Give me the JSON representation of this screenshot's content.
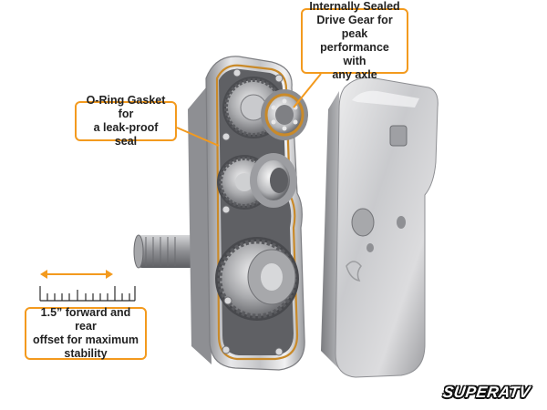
{
  "callouts": {
    "drive_gear": {
      "lines": [
        "Internally Sealed",
        "Drive Gear for peak",
        "performance with",
        "any axle"
      ]
    },
    "oring": {
      "lines": [
        "O-Ring Gasket for",
        "a leak-proof seal"
      ]
    },
    "offset": {
      "lines": [
        "1.5” forward and rear",
        "offset for maximum",
        "stability"
      ]
    }
  },
  "brand": {
    "logo_text": "SUPERATV"
  },
  "colors": {
    "accent_orange": "#f39a1e",
    "metal_light": "#e4e4e6",
    "metal_mid": "#b9babd",
    "metal_dark": "#7d7e82",
    "text_dark": "#222222",
    "background": "#ffffff"
  },
  "icons": {
    "offset_arrow": "double-headed-arrow-icon",
    "ruler": "ruler-icon"
  }
}
